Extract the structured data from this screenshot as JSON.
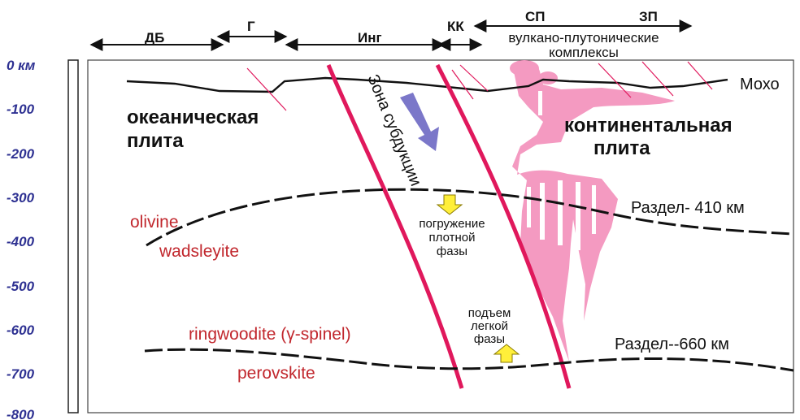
{
  "depth_axis": {
    "ticks": [
      "0 км",
      "-100",
      "-200",
      "-300",
      "-400",
      "-500",
      "-600",
      "-700",
      "-800"
    ]
  },
  "zones": [
    "ДБ",
    "Г",
    "Инг",
    "КК",
    "СП",
    "ЗП"
  ],
  "volcanic": {
    "line1": "вулкано-плутонические",
    "line2": "комплексы"
  },
  "labels": {
    "moho": "Мохо",
    "oceanic_line1": "океаническая",
    "oceanic_line2": "плита",
    "continental_line1": "континентальная",
    "continental_line2": "плита",
    "subduction": "Зона субдукции",
    "boundary_410": "Раздел- 410 км",
    "boundary_660": "Раздел--660 км",
    "sinking_line1": "погружение",
    "sinking_line2": "плотной",
    "sinking_line3": "фазы",
    "rising_line1": "подъем",
    "rising_line2": "легкой",
    "rising_line3": "фазы"
  },
  "minerals": {
    "olivine": "olivine",
    "wadsleyite": "wadsleyite",
    "ringwoodite": "ringwoodite (γ-spinel)",
    "perovskite": "perovskite"
  },
  "colors": {
    "axis_text": "#2e3192",
    "slab": "#e0185c",
    "magma": "#f49ac1",
    "arrow_blue": "#7b77c9",
    "arrow_yellow": "#ffef3a",
    "mineral_text": "#c1272d"
  }
}
